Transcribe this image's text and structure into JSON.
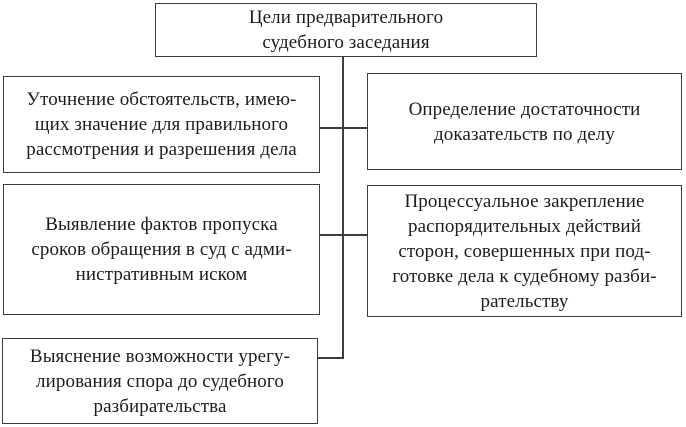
{
  "diagram": {
    "title": "Цели предварительного судебного заседания",
    "root": {
      "text": "Цели предварительного\nсудебного заседания"
    },
    "left_items": [
      {
        "text": "Уточнение обстоятельств, имею-\nщих значение для правильного\nрассмотрения и разрешения дела"
      },
      {
        "text": "Выявление фактов пропуска\nсроков обращения в суд с адми-\nнистративным иском"
      },
      {
        "text": "Выяснение возможности урегу-\nлирования спора до судебного\nразбирательства"
      }
    ],
    "right_items": [
      {
        "text": "Определение достаточности\nдоказательств по делу"
      },
      {
        "text": "Процессуальное закрепление\nраспорядительных действий\nсторон, совершенных при под-\nготовке дела к судебному разби-\nрательству"
      }
    ],
    "colors": {
      "line": "#3d3d3d",
      "text": "#1c1c1c",
      "background": "#ffffff"
    }
  }
}
